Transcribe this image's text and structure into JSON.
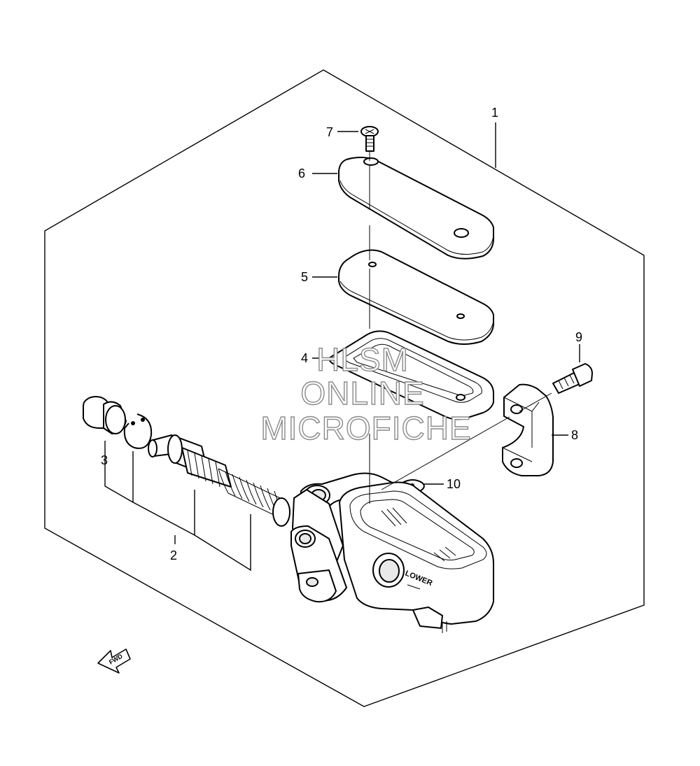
{
  "diagram": {
    "callouts": [
      {
        "id": "1",
        "label": "1"
      },
      {
        "id": "2",
        "label": "2"
      },
      {
        "id": "3",
        "label": "3"
      },
      {
        "id": "4",
        "label": "4"
      },
      {
        "id": "5",
        "label": "5"
      },
      {
        "id": "6",
        "label": "6"
      },
      {
        "id": "7",
        "label": "7"
      },
      {
        "id": "8",
        "label": "8"
      },
      {
        "id": "9",
        "label": "9"
      },
      {
        "id": "10",
        "label": "10"
      }
    ],
    "cast_text": "LOWER",
    "direction_arrow": "FWD",
    "watermark": [
      "HLSM",
      "ONLINE",
      "MICROFICHE"
    ]
  }
}
